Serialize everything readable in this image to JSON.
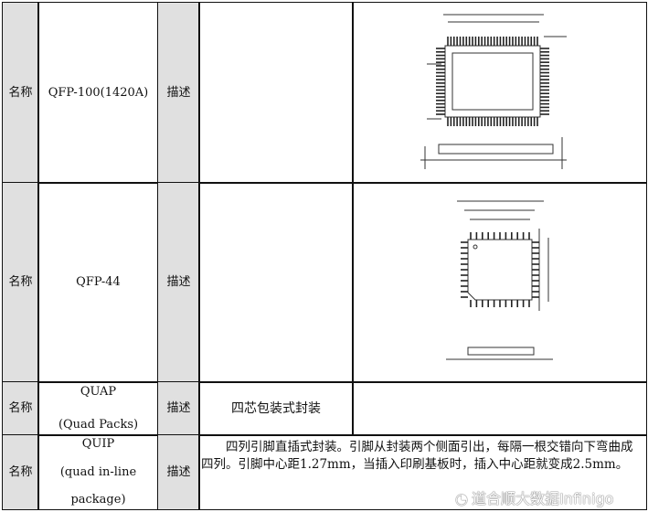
{
  "rows": [
    {
      "name_label": "名称",
      "name": "QFP-100(1420A)",
      "desc_label": "描述",
      "desc": "",
      "figure": "qfp-100-outline-drawing"
    },
    {
      "name_label": "名称",
      "name": "QFP-44",
      "desc_label": "描述",
      "desc": "",
      "figure": "qfp-44-outline-drawing"
    },
    {
      "name_label": "名称",
      "name_line1": "QUAP",
      "name_line2": "(Quad Packs)",
      "desc_label": "描述",
      "desc": "四芯包装式封装"
    },
    {
      "name_label": "名称",
      "name_line1": "QUIP",
      "name_line2": "(quad in-line",
      "name_line3": "package)",
      "desc_label": "描述",
      "desc": "　　四列引脚直插式封装。引脚从封装两个侧面引出，每隔一根交错向下弯曲成四列。引脚中心距1.27mm，当插入印刷基板时，插入中心距就变成2.5mm。"
    }
  ],
  "watermark": "道合顺大数据Infinigo"
}
